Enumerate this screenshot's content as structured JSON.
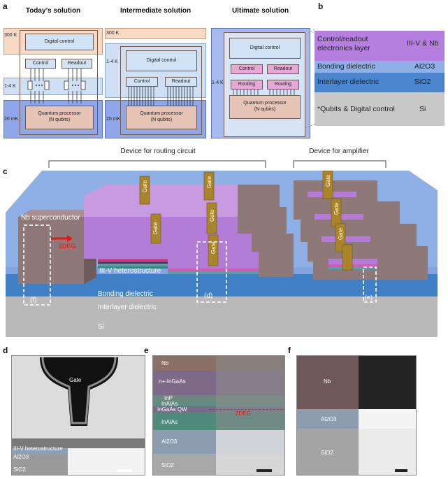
{
  "panels": {
    "a": "a",
    "b": "b",
    "c": "c",
    "d": "d",
    "e": "e",
    "f": "f"
  },
  "panel_a": {
    "todays": {
      "title": "Today’s solution",
      "temps": [
        "300 K",
        "1-4 K",
        "20 mK"
      ],
      "digital_control": "Digital control",
      "control": "Control",
      "readout": "Readout",
      "processor": [
        "Quantum processor",
        "(N qubits)"
      ]
    },
    "intermediate": {
      "title": "Intermediate solution",
      "temps": [
        "300 K",
        "1-4 K",
        "20 mK"
      ],
      "digital_control": "Digital control",
      "control": "Control",
      "readout": "Readout",
      "processor": [
        "Quantum processor",
        "(N qubits)"
      ]
    },
    "ultimate": {
      "title": "Ultimate solution",
      "temp": "1-4 K",
      "digital_control": "Digital control",
      "control": "Control",
      "readout": "Readout",
      "routing1": "Routing",
      "routing2": "Routing",
      "processor": [
        "Quantum processor",
        "(N qubits)"
      ]
    }
  },
  "panel_b": {
    "layers": [
      {
        "name": "Control/readout electronics layer",
        "material": "III-V & Nb",
        "color": "#b57fe0"
      },
      {
        "name": "Bonding dielectric",
        "material": "Al2O3",
        "color": "#8fb0e6"
      },
      {
        "name": "Interlayer dielectric",
        "material": "SiO2",
        "color": "#4a84cc"
      },
      {
        "name": "*Qubits & Digital control",
        "material": "Si",
        "color": "#c8c8c8"
      }
    ]
  },
  "panel_c": {
    "device_routing": "Device for routing circuit",
    "device_amplifier": "Device for amplifier",
    "nb_superconductor": "Nb superconductor",
    "twodeg": "2DEG",
    "heterostructure": "III-V heterostructure",
    "bonding": "Bonding dielectric",
    "interlayer": "Interlayer dielectric",
    "si": "Si",
    "gate": "Gate",
    "marker_f": "(f)",
    "marker_d": "(d)",
    "marker_e": "(e)"
  },
  "panel_d": {
    "gate": "Gate",
    "hetero": "III-V heterostructure",
    "al2o3": "Al2O3",
    "sio2": "SiO2"
  },
  "panel_e": {
    "layers": [
      "Nb",
      "n+-InGaAs",
      "InP",
      "InAlAs",
      "InGaAs QW",
      "InAlAs",
      "Al2O3",
      "SiO2"
    ],
    "twodeg": "2DEG"
  },
  "panel_f": {
    "layers": [
      "Nb",
      "Al2O3",
      "SiO2"
    ]
  }
}
